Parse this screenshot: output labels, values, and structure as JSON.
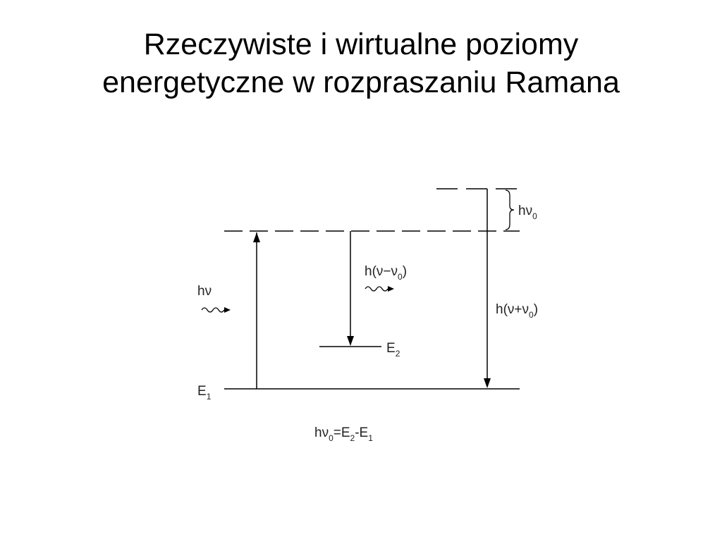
{
  "title": {
    "line1": "Rzeczywiste i wirtualne poziomy",
    "line2": "energetyczne w rozpraszaniu Ramana"
  },
  "diagram": {
    "incident_label": "hν",
    "stokes_label": {
      "main": "h(ν−ν",
      "sub": "0",
      "close": ")"
    },
    "antistokes_label": {
      "main": "h(ν+ν",
      "sub": "0",
      "close": ")"
    },
    "gap_label": {
      "main": "hν",
      "sub": "0"
    },
    "level_e1": {
      "main": "E",
      "sub": "1"
    },
    "level_e2": {
      "main": "E",
      "sub": "2"
    },
    "equation": {
      "p1": "hν",
      "s1": "0",
      "p2": "=E",
      "s2": "2",
      "p3": "-E",
      "s3": "1"
    }
  }
}
